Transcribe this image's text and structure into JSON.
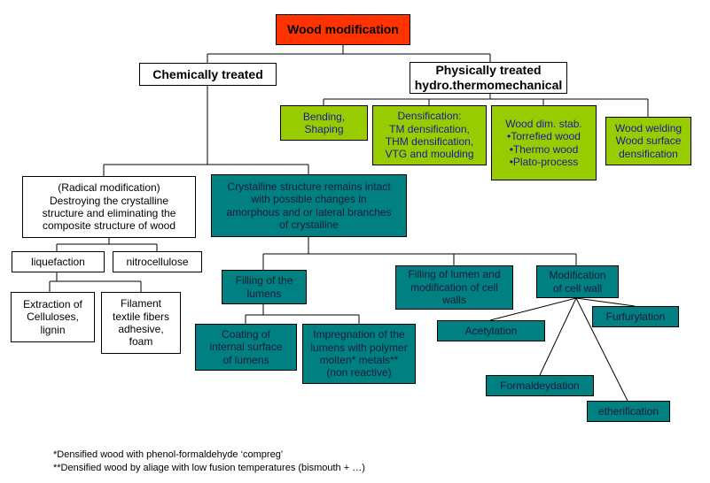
{
  "colors": {
    "root": "#ff3300",
    "physical": "#99cc00",
    "chemical_branch": "#008080",
    "line": "#000000"
  },
  "nodes": {
    "root": "Wood modification",
    "chemical": "Chemically treated",
    "physical": "Physically treated\nhydro.thermomechanical",
    "bending": "Bending,\nShaping",
    "densification": "Densification:\nTM densification,\nTHM densification,\nVTG and moulding",
    "dimstab": "Wood dim. stab.\n•Torrefied wood\n•Thermo wood\n•Plato-process",
    "welding": "Wood welding\nWood surface\ndensification",
    "radical": "(Radical modification)\nDestroying the crystalline\nstructure and eliminating the\ncomposite structure of wood",
    "crystalline": "Crystalline structure remains intact\nwith possible changes in\namorphous and or lateral branches\nof crystalline",
    "liquefaction": "liquefaction",
    "nitrocellulose": "nitrocellulose",
    "extraction": "Extraction of\nCelluloses,\nlignin",
    "filament": "Filament\ntextile fibers\nadhesive,\nfoam",
    "filling_lumens": "Filling of the\nlumens",
    "filling_lumen_cell": "Filling of lumen and\nmodification of cell\nwalls",
    "modification_cell": "Modification\nof cell wall",
    "coating": "Coating of\ninternal surface\nof lumens",
    "impregnation": "Impregnation of the\nlumens with polymer\nmolten* metals**\n(non reactive)",
    "acetylation": "Acetylation",
    "furfurylation": "Furfurylation",
    "formaldeydation": "Formaldeydation",
    "etherification": "etherification"
  },
  "footnotes": {
    "note1": "*Densified wood with phenol-formaldehyde ‘compreg’",
    "note2": "**Densified wood by aliage with low fusion temperatures (bismouth + …)"
  }
}
